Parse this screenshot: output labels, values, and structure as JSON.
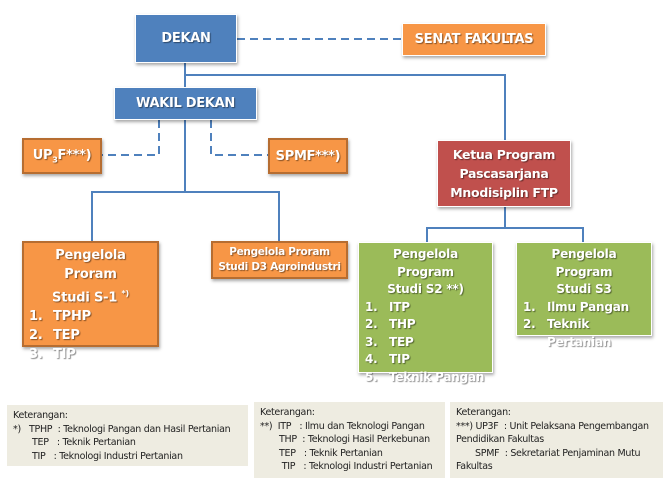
{
  "colors": {
    "blue": "#4f81bd",
    "orange": "#f79646",
    "red": "#c0504d",
    "green": "#9bbb59",
    "connector": "#4f81bd",
    "legend_bg": "#eeece1"
  },
  "nodes": {
    "dekan": "DEKAN",
    "senat": "SENAT FAKULTAS",
    "wakil": "WAKIL DEKAN",
    "up3f": {
      "pre": "UP",
      "sub": "3",
      "post": "F***)"
    },
    "spmf": "SPMF***)",
    "ketua": [
      "Ketua Program",
      "Pascasarjana",
      "Mnodisiplin FTP"
    ],
    "s1": {
      "title": [
        "Pengelola Proram",
        "Studi S-1"
      ],
      "marker": "*)",
      "items": [
        {
          "num": "1.",
          "label": "TPHP"
        },
        {
          "num": "2.",
          "label": "TEP"
        },
        {
          "num": "3.",
          "label": "TIP"
        }
      ]
    },
    "d3": [
      "Pengelola Proram",
      "Studi D3 Agroindustri"
    ],
    "s2": {
      "title": [
        "Pengelola Program",
        "Studi S2 **)"
      ],
      "items": [
        {
          "num": "1.",
          "label": "ITP"
        },
        {
          "num": "2.",
          "label": "THP"
        },
        {
          "num": "3.",
          "label": "TEP"
        },
        {
          "num": "4.",
          "label": "TIP"
        },
        {
          "num": "5.",
          "label": "Teknik Pangan"
        }
      ]
    },
    "s3": {
      "title": [
        "Pengelola Program",
        "Studi S3"
      ],
      "items": [
        {
          "num": "1.",
          "label": "Ilmu Pangan"
        },
        {
          "num": "2.",
          "label": "Teknik Pertanian"
        }
      ]
    }
  },
  "legends": [
    {
      "heading": "Keterangan:",
      "rows": [
        "*)   TPHP  : Teknologi Pangan dan Hasil Pertanian",
        "       TEP   : Teknik Pertanian",
        "       TIP   : Teknologi Industri Pertanian"
      ]
    },
    {
      "heading": "Keterangan:",
      "rows": [
        "**)  ITP   : Ilmu dan Teknologi Pangan",
        "       THP  : Teknologi Hasil Perkebunan",
        "       TEP   : Teknik Pertanian",
        "        TIP   : Teknologi Industri Pertanian"
      ]
    },
    {
      "heading": "Keterangan:",
      "rows": [
        "***) UP3F  : Unit Pelaksana Pengembangan",
        "Pendidikan Fakultas",
        "       SPMF  : Sekretariat Penjaminan Mutu",
        "Fakultas"
      ]
    }
  ]
}
